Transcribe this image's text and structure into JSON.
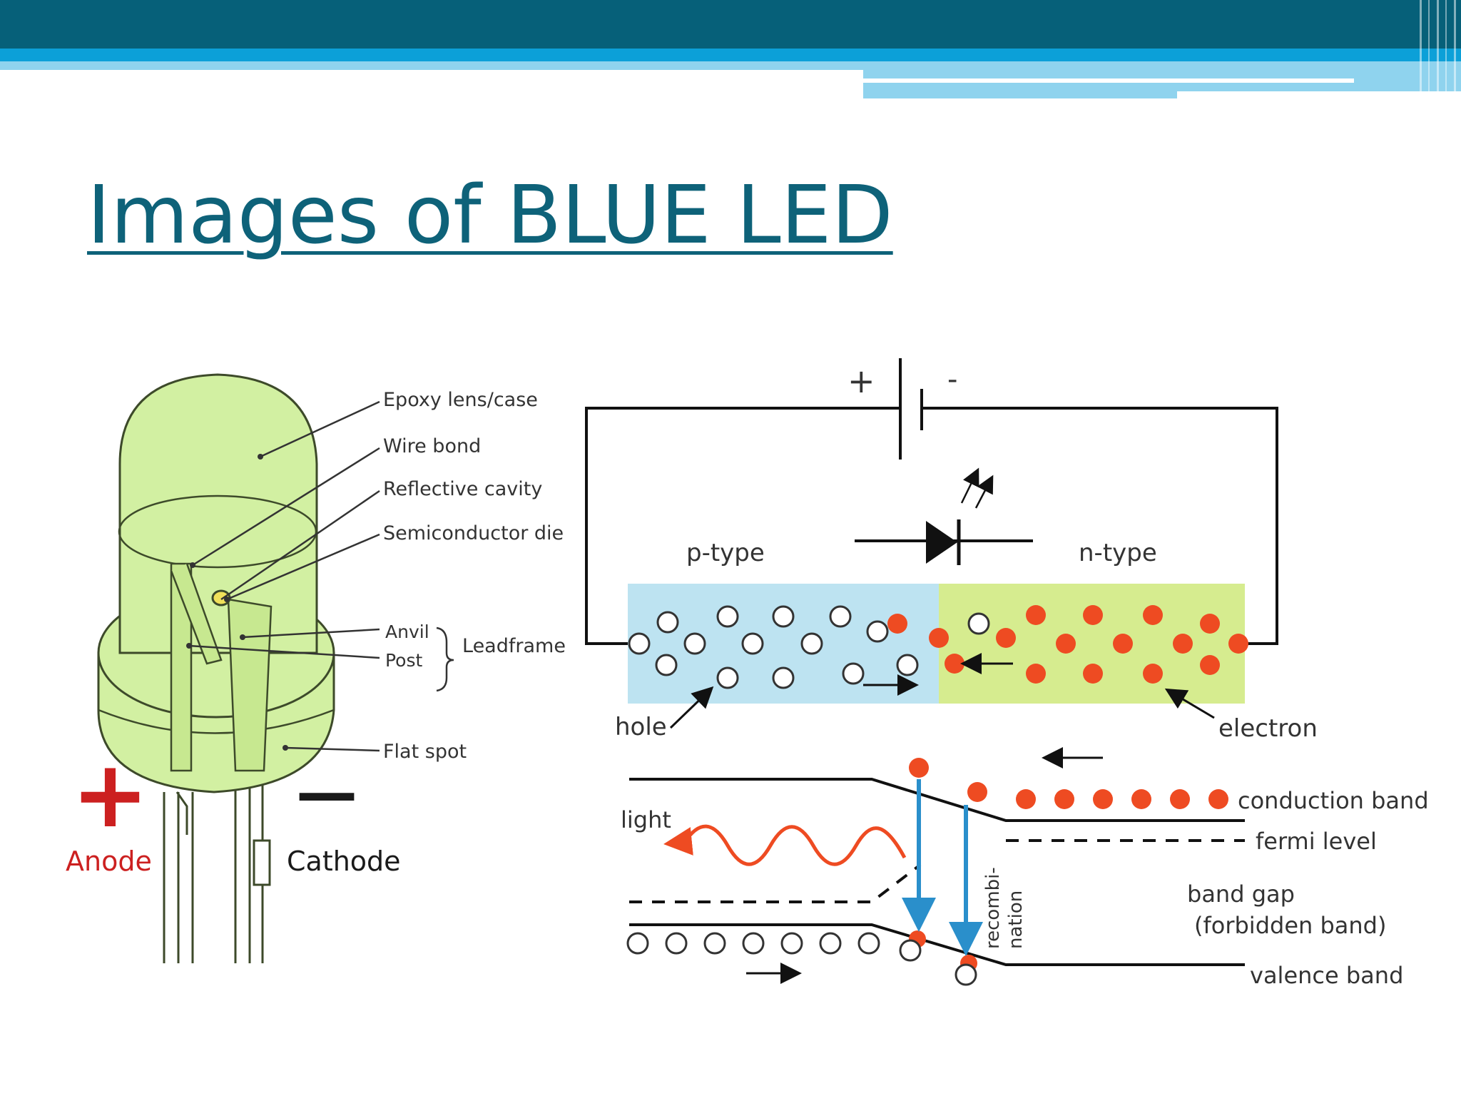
{
  "slide": {
    "title": "Images of BLUE LED",
    "colors": {
      "title": "#0e6279",
      "banner_dark": "#066079",
      "banner_light": "#0ca0d8",
      "banner_pale": "#8fd3ee"
    }
  },
  "led_anatomy": {
    "callouts": {
      "epoxy": "Epoxy lens/case",
      "wire_bond": "Wire bond",
      "reflective_cavity": "Reflective cavity",
      "semiconductor_die": "Semiconductor die",
      "anvil": "Anvil",
      "post": "Post",
      "leadframe": "Leadframe",
      "flat_spot": "Flat spot"
    },
    "terminals": {
      "plus": "+",
      "anode": "Anode",
      "minus": "—",
      "cathode": "Cathode"
    },
    "colors": {
      "body": "#d2f0a2",
      "outline": "#3d4a2a",
      "terminal": "#cc2020"
    }
  },
  "junction": {
    "battery": {
      "plus": "+",
      "minus": "-"
    },
    "p_label": "p-type",
    "n_label": "n-type",
    "hole_label": "hole",
    "electron_label": "electron",
    "band": {
      "light": "light",
      "conduction": "conduction band",
      "fermi": "fermi level",
      "gap": "band gap",
      "gap_note": "(forbidden band)",
      "valence": "valence band",
      "recomb_line1": "recombi-",
      "recomb_line2": "nation"
    },
    "colors": {
      "p_region": "#bde3f1",
      "n_region": "#d6ec8f",
      "electron": "#ee4b22",
      "recombination_arrow": "#2a8fcb",
      "light_wave": "#ee4b22"
    }
  }
}
